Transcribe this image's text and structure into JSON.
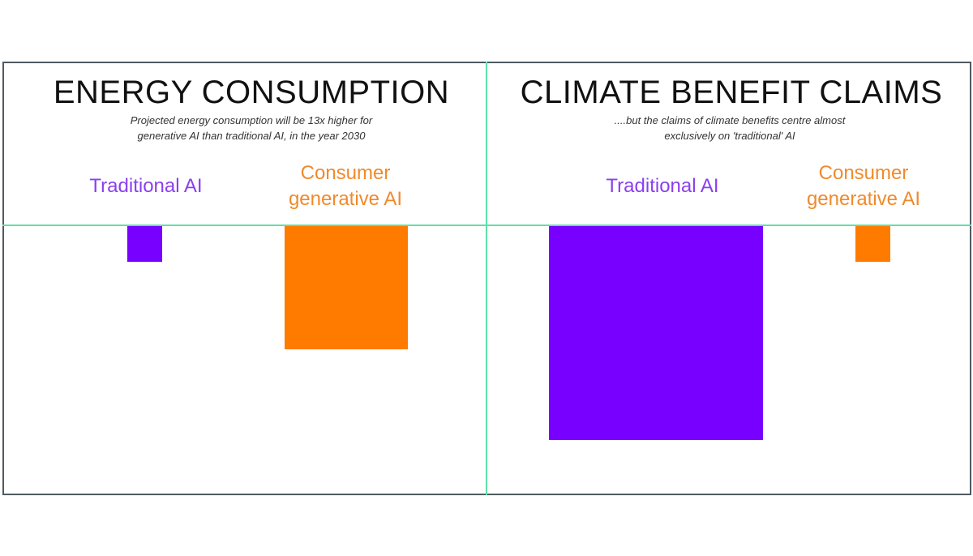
{
  "colors": {
    "traditional": "#7700ff",
    "generative": "#ff7b00",
    "divider": "#5fe0a8",
    "frame": "#4f5a60"
  },
  "panels": [
    {
      "title": "ENERGY CONSUMPTION",
      "subtitle": "Projected energy consumption will be 13x higher for\ngenerative AI than traditional AI, in the year 2030",
      "labels": [
        "Traditional AI",
        "Consumer\ngenerative AI"
      ]
    },
    {
      "title": "CLIMATE BENEFIT CLAIMS",
      "subtitle": "....but the claims of climate benefits centre almost\nexclusively on 'traditional' AI",
      "labels": [
        "Traditional AI",
        "Consumer\ngenerative AI"
      ]
    }
  ],
  "chart_data": [
    {
      "type": "bar",
      "title": "ENERGY CONSUMPTION",
      "subtitle": "Projected energy consumption will be 13x higher for generative AI than traditional AI, in the year 2030",
      "encoding": "square area proportional to value",
      "categories": [
        "Traditional AI",
        "Consumer generative AI"
      ],
      "values": [
        1,
        13
      ],
      "colors": [
        "#7700ff",
        "#ff7b00"
      ],
      "xlabel": "",
      "ylabel": "",
      "grid": false,
      "legend": "none"
    },
    {
      "type": "bar",
      "title": "CLIMATE BENEFIT CLAIMS",
      "subtitle": "....but the claims of climate benefits centre almost exclusively on 'traditional' AI",
      "encoding": "square area proportional to value",
      "categories": [
        "Traditional AI",
        "Consumer generative AI"
      ],
      "values": [
        36,
        1
      ],
      "colors": [
        "#7700ff",
        "#ff7b00"
      ],
      "xlabel": "",
      "ylabel": "",
      "grid": false,
      "legend": "none"
    }
  ]
}
